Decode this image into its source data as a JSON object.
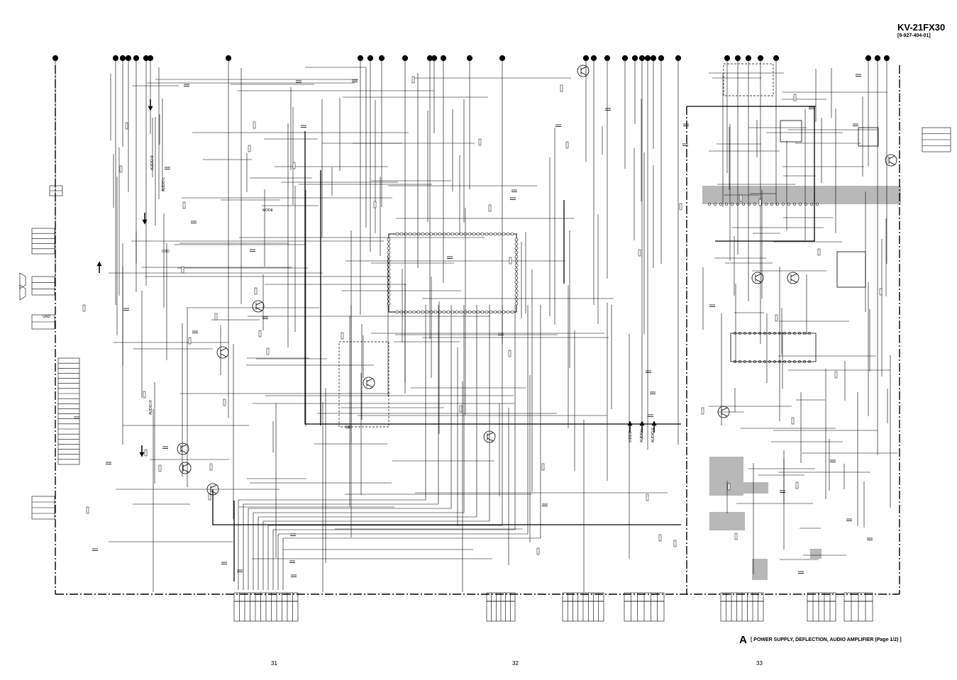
{
  "header": {
    "model": "KV-21FX30",
    "part_number": "[9-927-404-01]"
  },
  "section": {
    "letter": "A",
    "caption": "[ POWER SUPPLY, DEFLECTION, AUDIO AMPLIFIER (Page 1/2) ]"
  },
  "page_numbers": [
    "31",
    "32",
    "33"
  ],
  "labels": {
    "audio_l": "AUDIO L",
    "audio_r": "AUDIO R",
    "video": "VIDEO",
    "mode": "MODE",
    "osd": "OSD",
    "ground": "GND"
  },
  "colors": {
    "line": "#000000",
    "shade": "#b8b8b8",
    "background": "#ffffff"
  }
}
